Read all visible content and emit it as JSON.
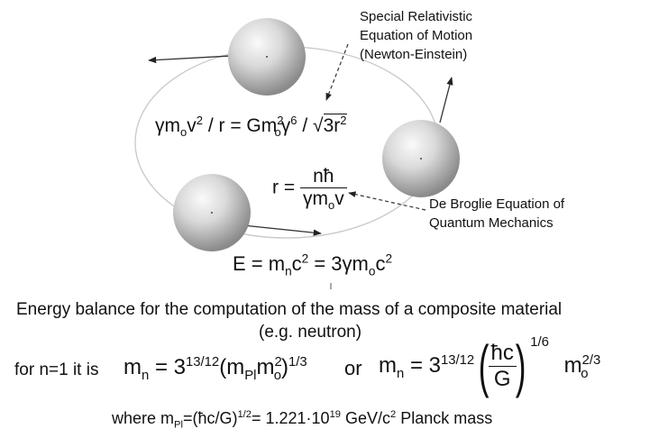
{
  "annotations": {
    "special_relativity": [
      "Special Relativistic",
      "Equation of Motion",
      "(Newton-Einstein)"
    ],
    "de_broglie": [
      "De Broglie Equation of",
      "Quantum Mechanics"
    ]
  },
  "equations": {
    "motion": {
      "lhs_a": "γm",
      "lhs_sub_o": "o",
      "lhs_b": "v",
      "lhs_sup_2": "2",
      "lhs_c": " / r = Gm",
      "rhs_sup_2": "2",
      "rhs_sub_o": "o",
      "rhs_a": "γ",
      "rhs_sup_6": "6",
      "rhs_b": " / ",
      "root_sym": "√",
      "root_body": "3r",
      "root_sup": "2"
    },
    "radius": {
      "lhs": "r =",
      "num": "nħ",
      "den_a": "γm",
      "den_sub": "o",
      "den_b": "v"
    },
    "energy": {
      "a": "E = m",
      "sub_n": "n",
      "b": "c",
      "sup_2a": "2",
      "c": " = 3γm",
      "sub_o": "o",
      "d": "c",
      "sup_2b": "2"
    }
  },
  "caption": {
    "line1": "Energy balance for the computation of the mass of a composite material",
    "line2": "(e.g. neutron)",
    "for_n": "for n=1 it is",
    "formula1": {
      "a": "m",
      "sub_n": "n",
      "b": " = 3",
      "sup_exp": "13/12",
      "c": "(m",
      "sub_pl": "Pl",
      "d": "m",
      "sup_2": "2",
      "sub_o": "o",
      "e": ")",
      "sup_third": "1/3"
    },
    "or": "or",
    "formula2": {
      "a": "m",
      "sub_n": "n",
      "b": " = 3",
      "sup_exp": "13/12",
      "num": "ħc",
      "den": "G",
      "sup_sixth": "1/6",
      "c": "m",
      "sup_23": "2/3",
      "sub_o": "o"
    },
    "where": {
      "prefix": "where  m",
      "sub_pl": "Pl",
      "a": "=(ħc/G)",
      "sup_half": "1/2",
      "b": "= 1.221·10",
      "sup_19": "19",
      "c": " GeV/c",
      "sup_2": "2",
      "d": " Planck mass"
    }
  }
}
